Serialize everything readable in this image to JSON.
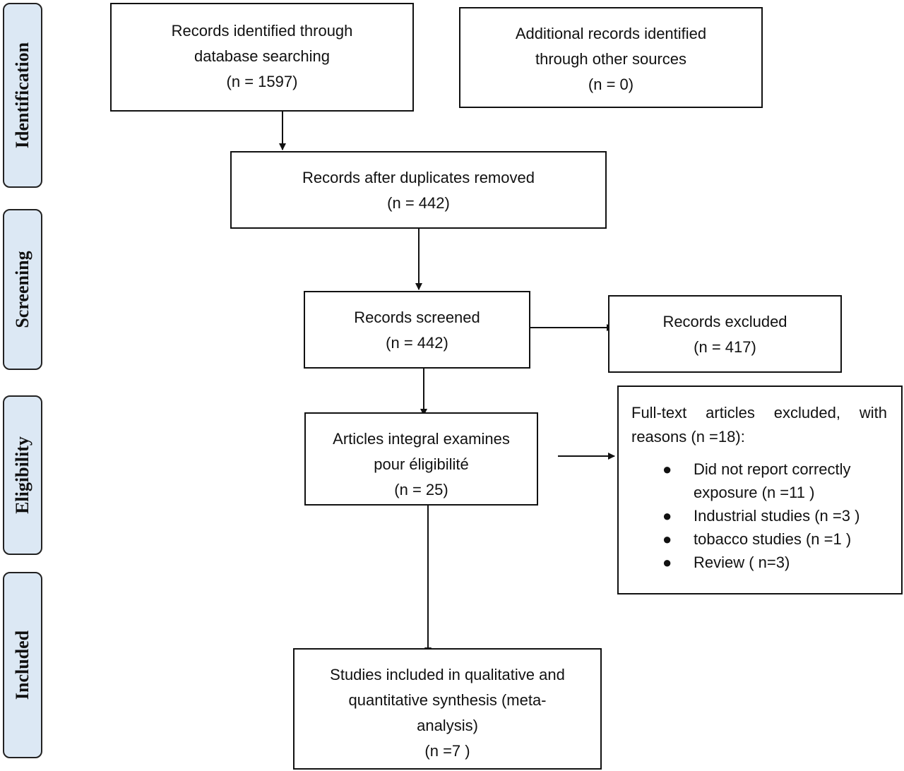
{
  "stages": [
    {
      "id": "identification",
      "label": "Identification"
    },
    {
      "id": "screening",
      "label": "Screening"
    },
    {
      "id": "eligibility",
      "label": "Eligibility"
    },
    {
      "id": "included",
      "label": "Included"
    }
  ],
  "boxes": {
    "database": {
      "lines": [
        "Records identified through",
        "database searching",
        "(n = 1597)"
      ]
    },
    "other_sources": {
      "lines": [
        "Additional records identified",
        "through other sources",
        "(n = 0)"
      ]
    },
    "duplicates": {
      "lines": [
        "Records after duplicates removed",
        "(n = 442)"
      ]
    },
    "screened": {
      "lines": [
        "Records screened",
        "(n = 442)"
      ]
    },
    "excluded": {
      "lines": [
        "Records excluded",
        "(n = 417)"
      ]
    },
    "eligibility": {
      "lines": [
        "Articles integral examines",
        "pour  éligibilité",
        "(n = 25)"
      ]
    },
    "fulltext_excluded": {
      "intro": "Full-text articles excluded, with reasons (n =18):",
      "reasons": [
        "Did not report correctly exposure  (n =11 )",
        "Industrial studies (n =3 )",
        " tobacco studies (n =1 )",
        "Review ( n=3)"
      ]
    },
    "included": {
      "lines": [
        "Studies included in qualitative and",
        "quantitative synthesis (meta-",
        "analysis)",
        "(n =7 )"
      ]
    }
  },
  "colors": {
    "stage_fill": "#dce8f4",
    "stroke": "#111111"
  }
}
